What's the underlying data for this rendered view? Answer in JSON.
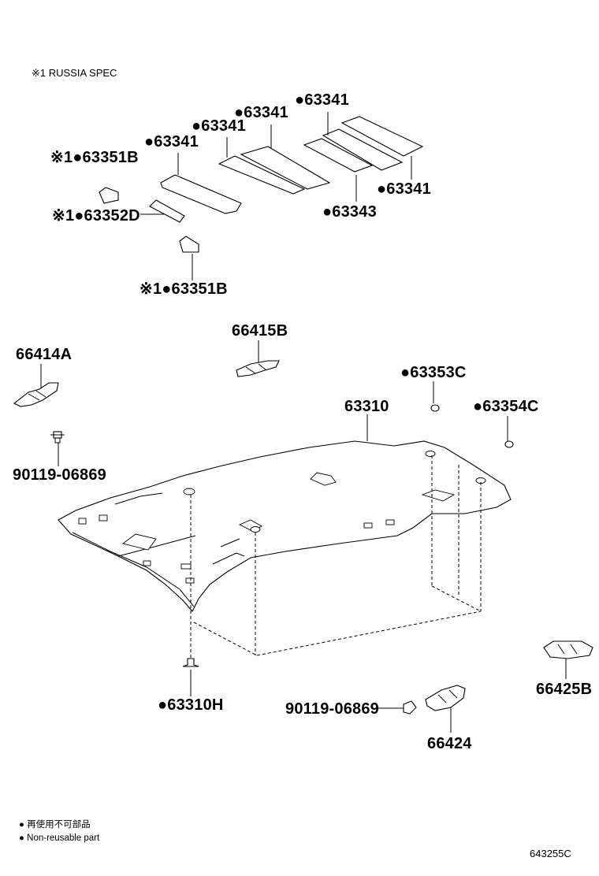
{
  "header_note": "※1 RUSSIA SPEC",
  "labels": {
    "p63341_a": "●63341",
    "p63341_b": "●63341",
    "p63341_c": "●63341",
    "p63341_d": "●63341",
    "p63341_e": "●63341",
    "p63343": "●63343",
    "p63351B_top": "※1●63351B",
    "p63352D": "※1●63352D",
    "p63351B_bottom": "※1●63351B",
    "p66414A": "66414A",
    "p90119_left": "90119-06869",
    "p66415B": "66415B",
    "p63353C": "●63353C",
    "p63310": "63310",
    "p63354C": "●63354C",
    "p66425B": "66425B",
    "p63310H": "●63310H",
    "p90119_right": "90119-06869",
    "p66424": "66424"
  },
  "legend": {
    "jp": "● 再使用不可部品",
    "en": "● Non-reusable part"
  },
  "diagram_code": "643255C"
}
